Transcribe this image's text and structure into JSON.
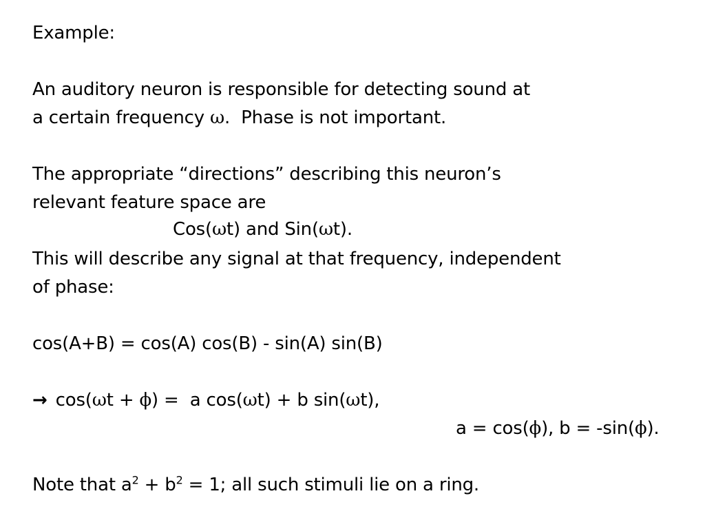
{
  "slide": {
    "heading": "Example:",
    "para1": {
      "line1": "An auditory neuron is responsible for detecting sound at",
      "line2_prefix": "a certain frequency ",
      "omega": "ω",
      "line2_suffix": ".  Phase is not important."
    },
    "para2": {
      "line1": "The appropriate “directions” describing this neuron’s",
      "line2": "relevant feature space are",
      "dirs_cos_prefix": "Cos(",
      "omega": "ω",
      "dirs_mid": "t) and Sin(",
      "dirs_suffix": "t)."
    },
    "para3": {
      "line1": "This will describe any signal at that frequency, independent",
      "line2": "of phase:"
    },
    "identity": "cos(A+B) = cos(A) cos(B) - sin(A) sin(B)",
    "derivation": {
      "arrow": "→",
      "part1": " cos(",
      "omega": "ω",
      "part2": "t + ",
      "phi": "ϕ",
      "part3": ") =  a cos(",
      "part4": "t) + b sin(",
      "part5": "t),"
    },
    "coefficients": {
      "part1": "a = cos(",
      "phi": "ϕ",
      "part2": "), b = -sin(",
      "part3": ")."
    },
    "note": {
      "part1": "Note that a",
      "sup": "2",
      "part2": " + b",
      "part3": " = 1; all such stimuli lie on a ring."
    }
  }
}
